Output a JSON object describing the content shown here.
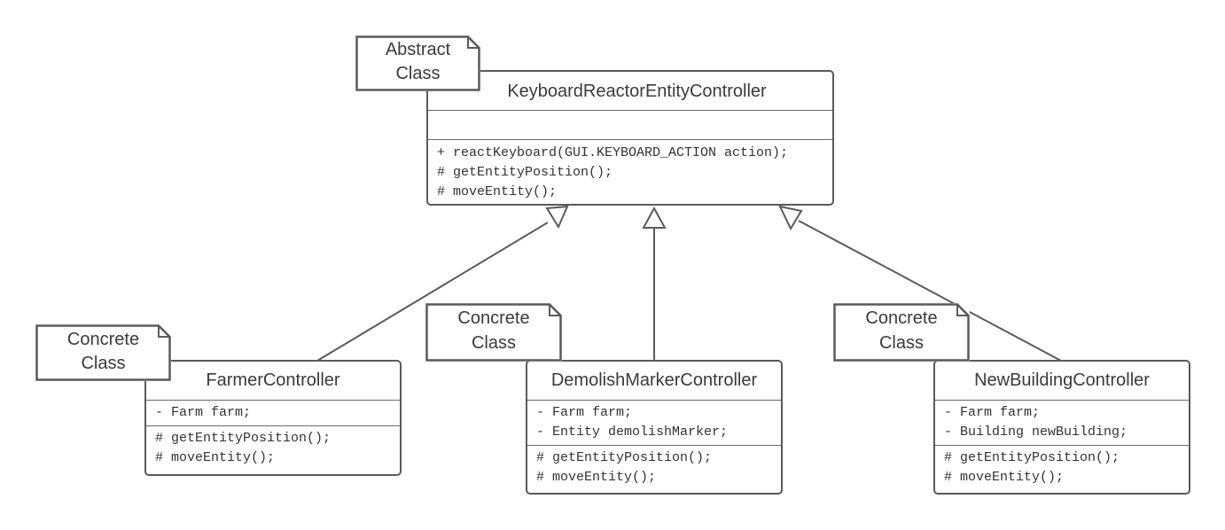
{
  "abstract_class": {
    "name": "KeyboardReactorEntityController",
    "attributes": [],
    "methods": [
      "+ reactKeyboard(GUI.KEYBOARD_ACTION action);",
      "# getEntityPosition();",
      "# moveEntity();"
    ],
    "note": {
      "line1": "Abstract",
      "line2": "Class"
    }
  },
  "subclasses": [
    {
      "name": "FarmerController",
      "attributes": [
        "- Farm farm;"
      ],
      "methods": [
        "# getEntityPosition();",
        "# moveEntity();"
      ],
      "note": {
        "line1": "Concrete",
        "line2": "Class"
      }
    },
    {
      "name": "DemolishMarkerController",
      "attributes": [
        "- Farm farm;",
        "- Entity demolishMarker;"
      ],
      "methods": [
        "# getEntityPosition();",
        "# moveEntity();"
      ],
      "note": {
        "line1": "Concrete",
        "line2": "Class"
      }
    },
    {
      "name": "NewBuildingController",
      "attributes": [
        "- Farm farm;",
        "- Building newBuilding;"
      ],
      "methods": [
        "# getEntityPosition();",
        "# moveEntity();"
      ],
      "note": {
        "line1": "Concrete",
        "line2": "Class"
      }
    }
  ],
  "relationships": [
    {
      "type": "generalization",
      "from": "FarmerController",
      "to": "KeyboardReactorEntityController"
    },
    {
      "type": "generalization",
      "from": "DemolishMarkerController",
      "to": "KeyboardReactorEntityController"
    },
    {
      "type": "generalization",
      "from": "NewBuildingController",
      "to": "KeyboardReactorEntityController"
    }
  ],
  "colors": {
    "stroke": "#5a5a5a",
    "text": "#3a3a3a",
    "background": "#ffffff"
  }
}
